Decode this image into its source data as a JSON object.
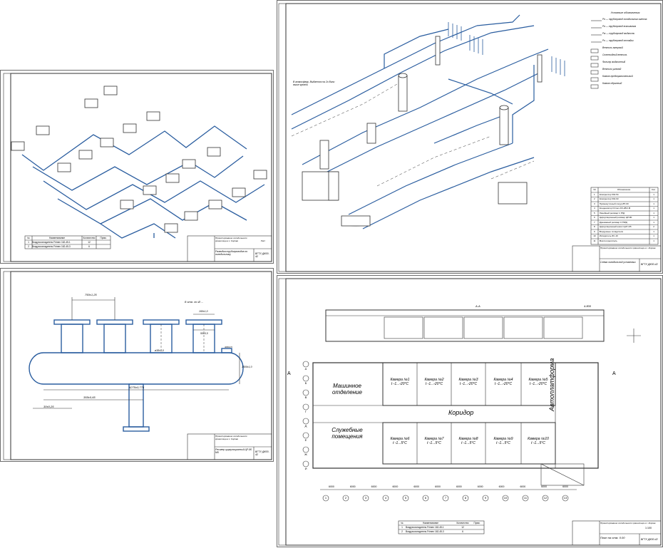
{
  "sheets": {
    "isometric": {
      "table_headers": [
        "№",
        "Наименование",
        "Количество",
        "Прим."
      ],
      "table_rows": [
        [
          "1",
          "Воздухоохладитель Frimen 162-45-1",
          "12",
          ""
        ],
        [
          "2",
          "Воздухоохладитель Frimen 162-45-3",
          "6",
          ""
        ]
      ],
      "title_block": {
        "project": "Проектирование холодильного хранилища в г. Кирове",
        "title": "Разводка трубопроводов по холодильнику",
        "org": "ВГТУ ДК00-42",
        "sheet": "Лист"
      }
    },
    "scheme": {
      "note_left": "В атмосферу. Выдается на 2х Вини выше кровли",
      "legend_title": "Условные обозначения",
      "legend_items": [
        "Рн — трубопровод холодильного агента",
        "Рв — трубопровод всасывания",
        "Рж — трубопровод жидкости",
        "Ро — трубопровод оттайки",
        "Вентиль запорный",
        "Соленоидный вентиль",
        "Фильтр жидкостный",
        "Вентиль угловой",
        "Клапан предохранительный",
        "Клапан обратный"
      ],
      "table_headers": [
        "№",
        "Обозначение",
        "Кол."
      ],
      "table_rows": [
        [
          "1",
          "Компрессор SW-54",
          "1"
        ],
        [
          "2",
          "Компрессор SW-63",
          "1"
        ],
        [
          "3",
          "Промежуточный сосуд ИП-60",
          "1"
        ],
        [
          "4",
          "Конденсатор Frimen-KK-28/2-M",
          "1"
        ],
        [
          "5",
          "Линейный ресивер 1,7РД",
          "1"
        ],
        [
          "6",
          "Циркуляционный ресивер ЦР-80",
          "1"
        ],
        [
          "7",
          "Дренажный ресивер 0,75РД",
          "1"
        ],
        [
          "8",
          "Циркуляционный насос ЦНГ-4/5",
          "2"
        ],
        [
          "9",
          "Воздушные охладители",
          "1"
        ],
        [
          "10",
          "Испаритель ИС-16",
          "1"
        ],
        [
          "11",
          "Маслоотделитель",
          "1"
        ]
      ],
      "title_block": {
        "project": "Проектирование холодильного хранилища в г. Кирове",
        "title": "Схема холодильной установки",
        "org": "ВГТУ ДК00-42"
      }
    },
    "vessel": {
      "labels": {
        "dim_top": "750±1,25",
        "thickness_note": "8 отв. по Ø ...",
        "dim_side1": "160±1,0",
        "dim_side2": "50±0,5",
        "dim_main": "4275±0,775",
        "dim_low": "355±0,65",
        "dim_low2": "30±0,25",
        "dim_vert": "1500±1,0",
        "dim_left": "300±0,5",
        "dim_mid": "ø38±1,0"
      },
      "title_block": {
        "project": "Проектирование холодильного хранилища в г. Кирове",
        "title": "Ресивер циркуляционный ЦР-80 М5",
        "org": "ВГТУ ДК00-42"
      }
    },
    "plan": {
      "section_label": "А-А",
      "mark_a": "А",
      "height_mark": "4.800",
      "rooms": {
        "machine_room": "Машинное отделение",
        "service_rooms": "Служебные помещения",
        "corridor": "Коридор",
        "platform": "Автоплатформа"
      },
      "chambers_top": [
        {
          "name": "Камера №1",
          "temp": "t -1...-20°С"
        },
        {
          "name": "Камера №2",
          "temp": "t -1...-20°С"
        },
        {
          "name": "Камера №3",
          "temp": "t -1...-20°С"
        },
        {
          "name": "Камера №4",
          "temp": "t -1...-20°С"
        },
        {
          "name": "Камера №5",
          "temp": "t -1...-20°С"
        }
      ],
      "chambers_bottom": [
        {
          "name": "Камера №6",
          "temp": "t -1...5°С"
        },
        {
          "name": "Камера №7",
          "temp": "t -1...5°С"
        },
        {
          "name": "Камера №8",
          "temp": "t -1...5°С"
        },
        {
          "name": "Камера №9",
          "temp": "t -1...5°С"
        },
        {
          "name": "Камера №10",
          "temp": "t -1...5°С"
        }
      ],
      "axis_numbers": [
        "1",
        "2",
        "3",
        "4",
        "5",
        "6",
        "7",
        "8",
        "9",
        "10",
        "11",
        "12",
        "13"
      ],
      "axis_letters": [
        "А",
        "Б",
        "В",
        "Г",
        "Д",
        "Е",
        "Ж",
        "И"
      ],
      "spacing": "6000",
      "table_headers": [
        "№",
        "Наименование",
        "Количество",
        "Прим."
      ],
      "table_rows": [
        [
          "1",
          "Воздухоохладитель Frimen 162-45-1",
          "12",
          ""
        ],
        [
          "2",
          "Воздухоохладитель Frimen 162-45-3",
          "6",
          ""
        ]
      ],
      "title_block": {
        "project": "Проектирование холодильного хранилища в г. Кирове",
        "title": "План на отм. 0.00",
        "org": "ВГТУ ДК00-42",
        "sheet": "1:100"
      }
    }
  }
}
